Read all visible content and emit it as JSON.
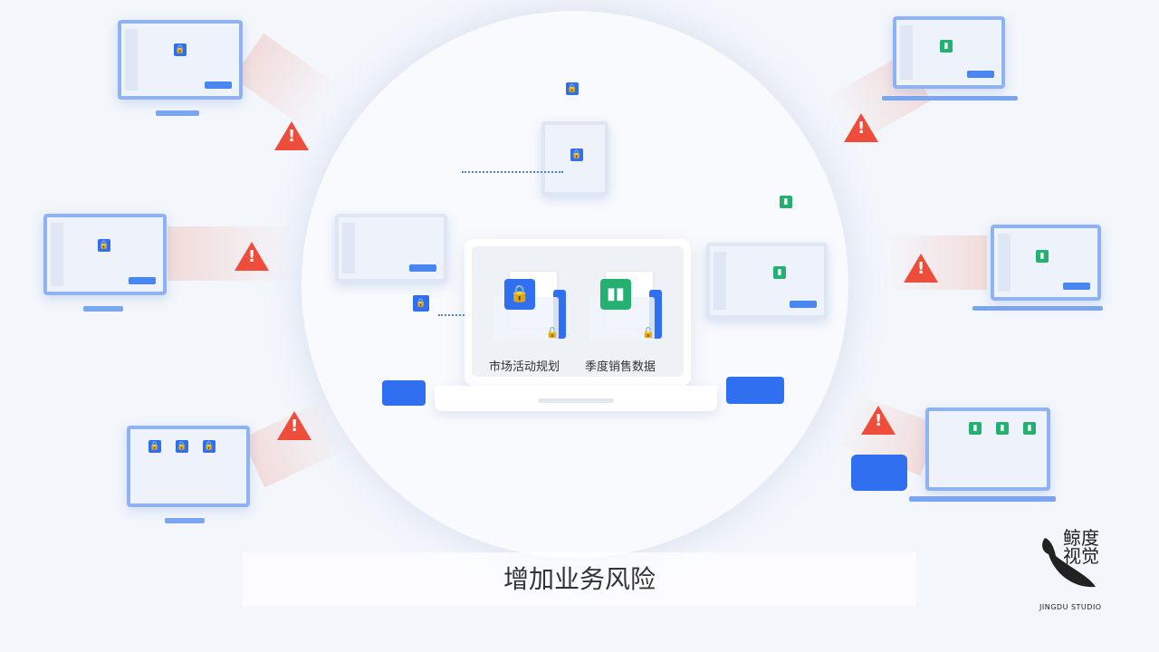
{
  "center": {
    "files": [
      {
        "label": "市场活动规划",
        "icon": "lock-icon",
        "color": "#2f6ff0"
      },
      {
        "label": "季度销售数据",
        "icon": "bar-chart-icon",
        "color": "#25b071"
      }
    ]
  },
  "caption": "增加业务风险",
  "logo": {
    "chinese": "鲸度视觉",
    "english": "JINGDU STUDIO"
  },
  "colors": {
    "warning": "#ef4d3c",
    "lock": "#2f6ff0",
    "chart": "#25b071"
  }
}
